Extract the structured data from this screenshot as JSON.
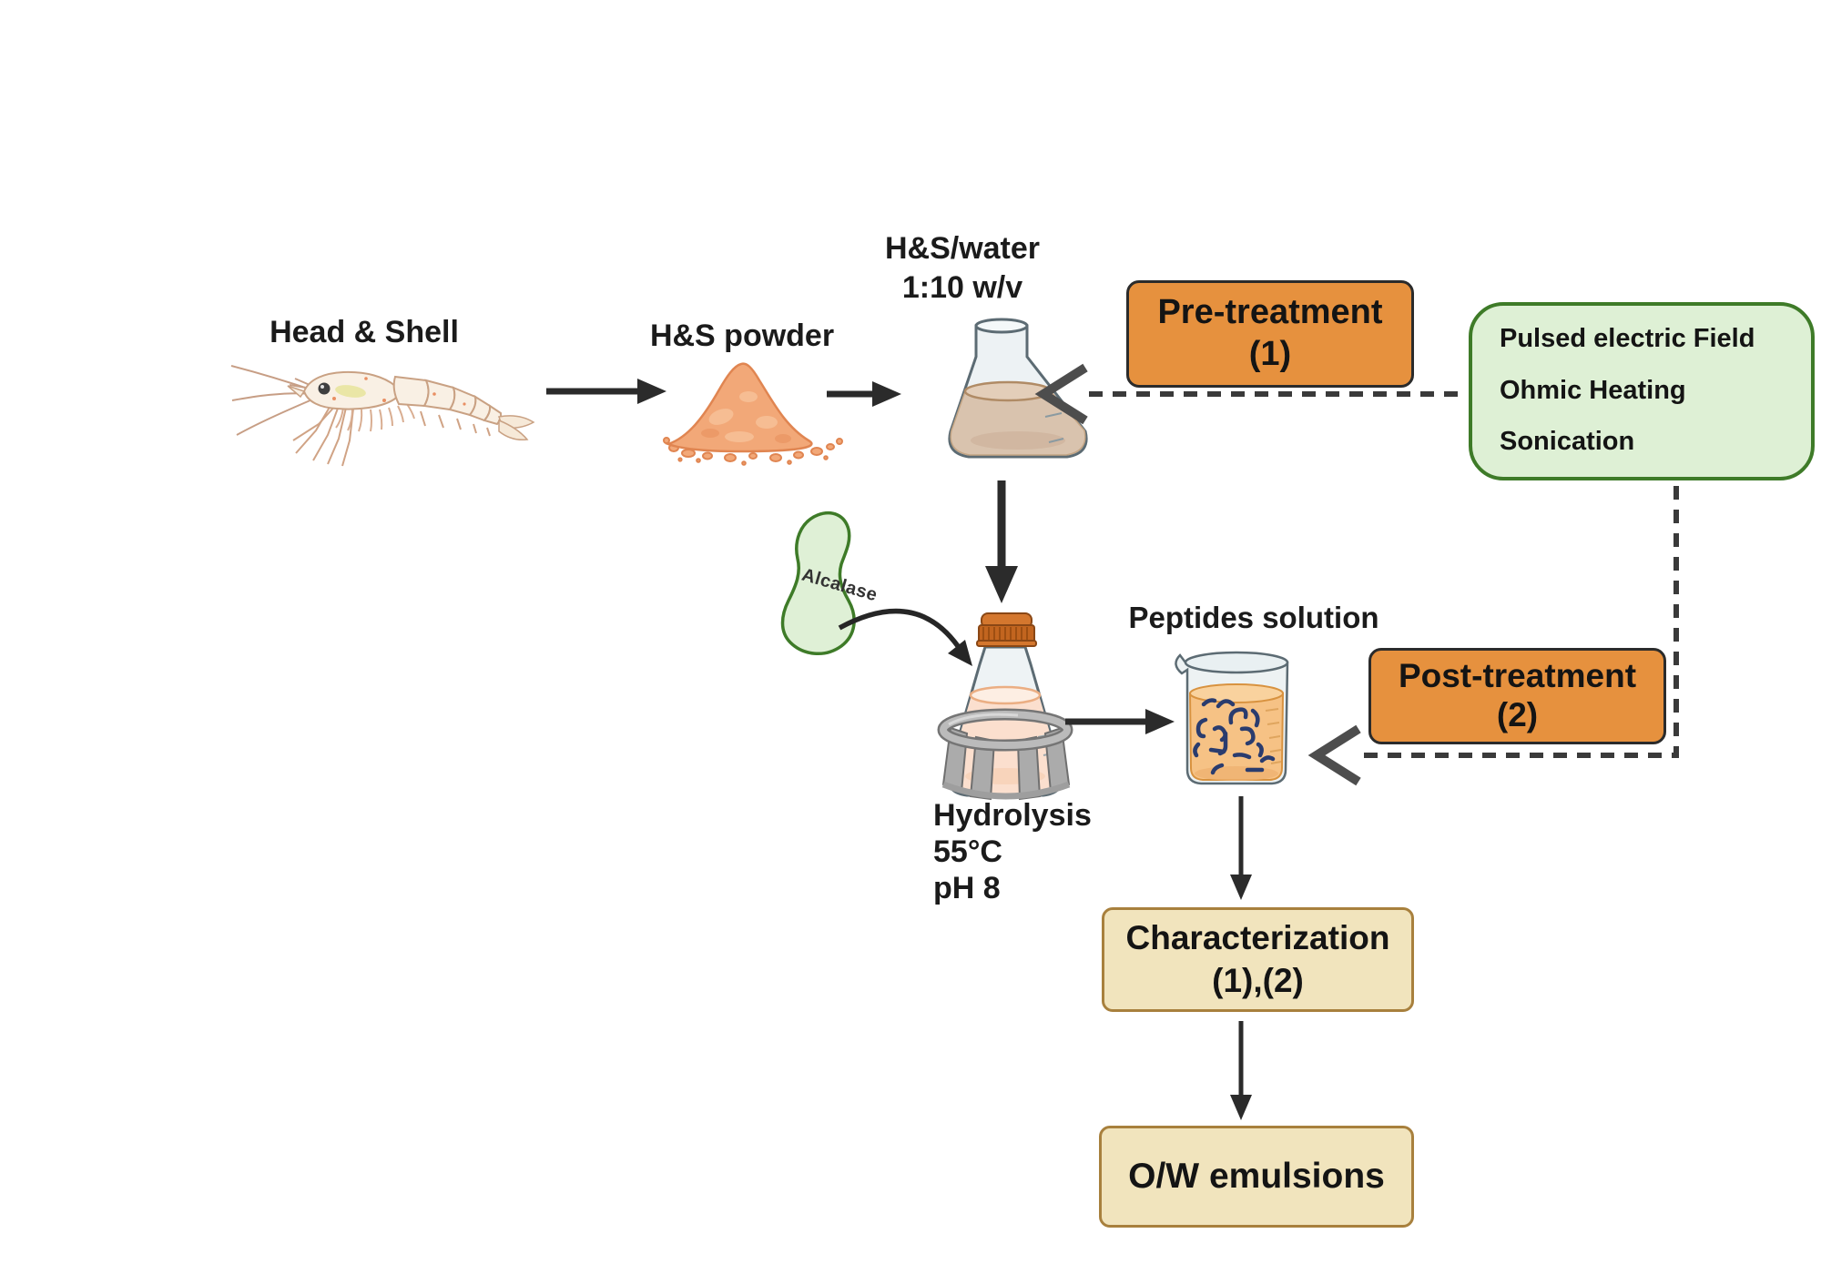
{
  "labels": {
    "head_shell": "Head & Shell",
    "hs_powder": "H&S powder",
    "hs_water_1": "H&S/water",
    "hs_water_2": "1:10 w/v",
    "alcalase": "Alcalase",
    "hydrolysis_1": "Hydrolysis",
    "hydrolysis_2": "55°C",
    "hydrolysis_3": "pH 8",
    "peptides_solution": "Peptides solution"
  },
  "boxes": {
    "pretreatment": {
      "line1": "Pre-treatment",
      "line2": "(1)"
    },
    "treatments": {
      "items": [
        "Pulsed electric Field",
        "Ohmic Heating",
        "Sonication"
      ]
    },
    "posttreatment": {
      "line1": "Post-treatment",
      "line2": "(2)"
    },
    "characterization": {
      "line1": "Characterization",
      "line2": "(1),(2)"
    },
    "ow_emulsions": {
      "label": "O/W emulsions"
    }
  },
  "colors": {
    "treatment_box_fill": "#E6913E",
    "treatment_box_border": "#2B2B2B",
    "option_box_fill": "#DEF0D5",
    "option_box_border": "#3E7B28",
    "output_box_fill": "#F1E4BD",
    "output_box_border": "#A8803D",
    "arrow": "#2B2B2B",
    "dashed_line": "#3A3A3A",
    "powder_fill": "#F2A878",
    "cap_fill": "#C2651F",
    "peptide_squiggle": "#2A3C6E"
  }
}
